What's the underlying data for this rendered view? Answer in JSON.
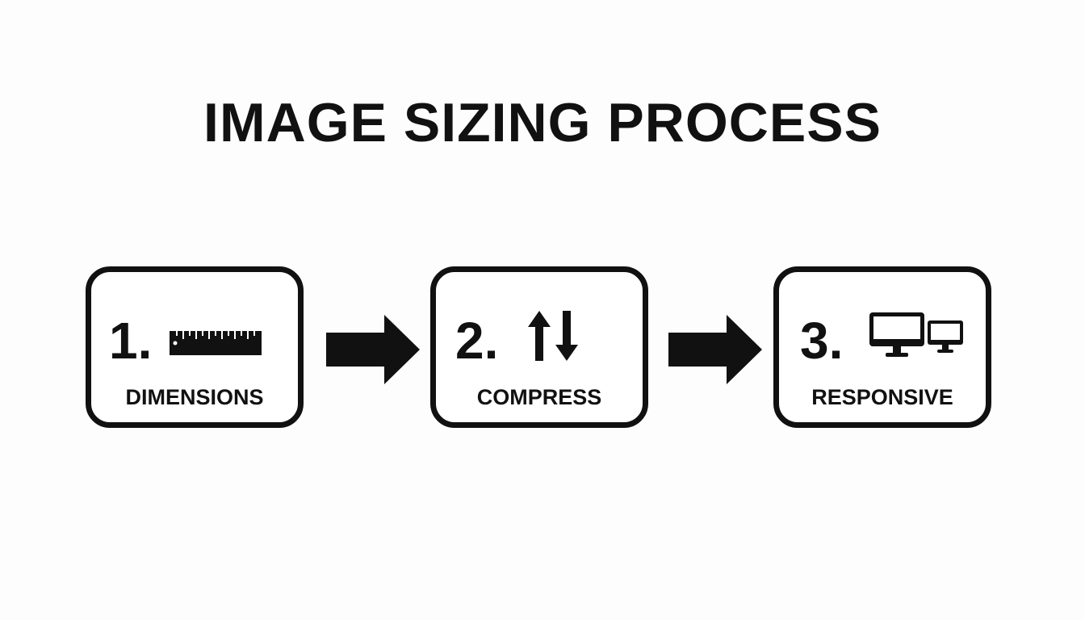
{
  "diagram": {
    "title": "IMAGE SIZING PROCESS",
    "steps": [
      {
        "number": "1.",
        "label": "DIMENSIONS",
        "icon": "ruler-icon"
      },
      {
        "number": "2.",
        "label": "COMPRESS",
        "icon": "up-down-arrows-icon"
      },
      {
        "number": "3.",
        "label": "RESPONSIVE",
        "icon": "monitors-icon"
      }
    ],
    "connectors": [
      "right-arrow",
      "right-arrow"
    ],
    "colors": {
      "ink": "#111111",
      "background": "#fdfdfd"
    }
  }
}
